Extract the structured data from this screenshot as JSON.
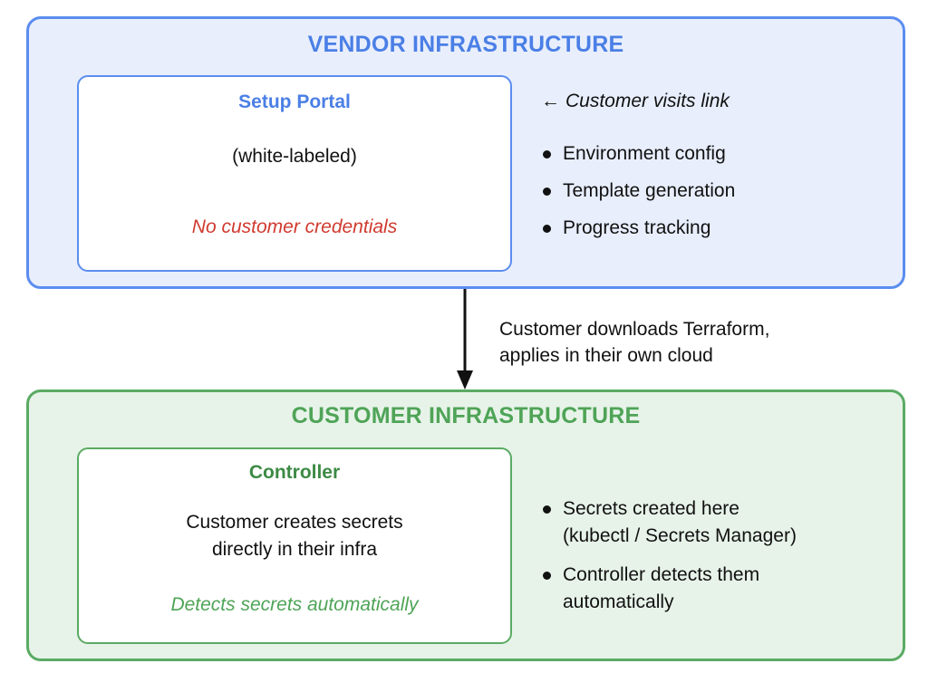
{
  "vendor": {
    "title": "VENDOR INFRASTRUCTURE",
    "card": {
      "title": "Setup Portal",
      "subtitle": "(white-labeled)",
      "note": "No customer credentials"
    },
    "side_note": {
      "arrow": "←",
      "text": "Customer visits link"
    },
    "bullets": [
      "Environment config",
      "Template generation",
      "Progress tracking"
    ]
  },
  "flow": {
    "label_line1": "Customer downloads Terraform,",
    "label_line2": "applies in their own cloud"
  },
  "customer": {
    "title": "CUSTOMER INFRASTRUCTURE",
    "card": {
      "title": "Controller",
      "desc_line1": "Customer creates secrets",
      "desc_line2": "directly in their infra",
      "note": "Detects secrets automatically"
    },
    "bullets": [
      {
        "line1": "Secrets created here",
        "line2": "(kubectl / Secrets Manager)"
      },
      {
        "line1": "Controller detects them",
        "line2": "automatically"
      }
    ]
  },
  "colors": {
    "vendor_accent": "#4a7fe6",
    "vendor_fill": "#e8eefc",
    "customer_accent": "#4fa457",
    "customer_fill": "#e7f3e9",
    "warning_text": "#d03a2f"
  }
}
